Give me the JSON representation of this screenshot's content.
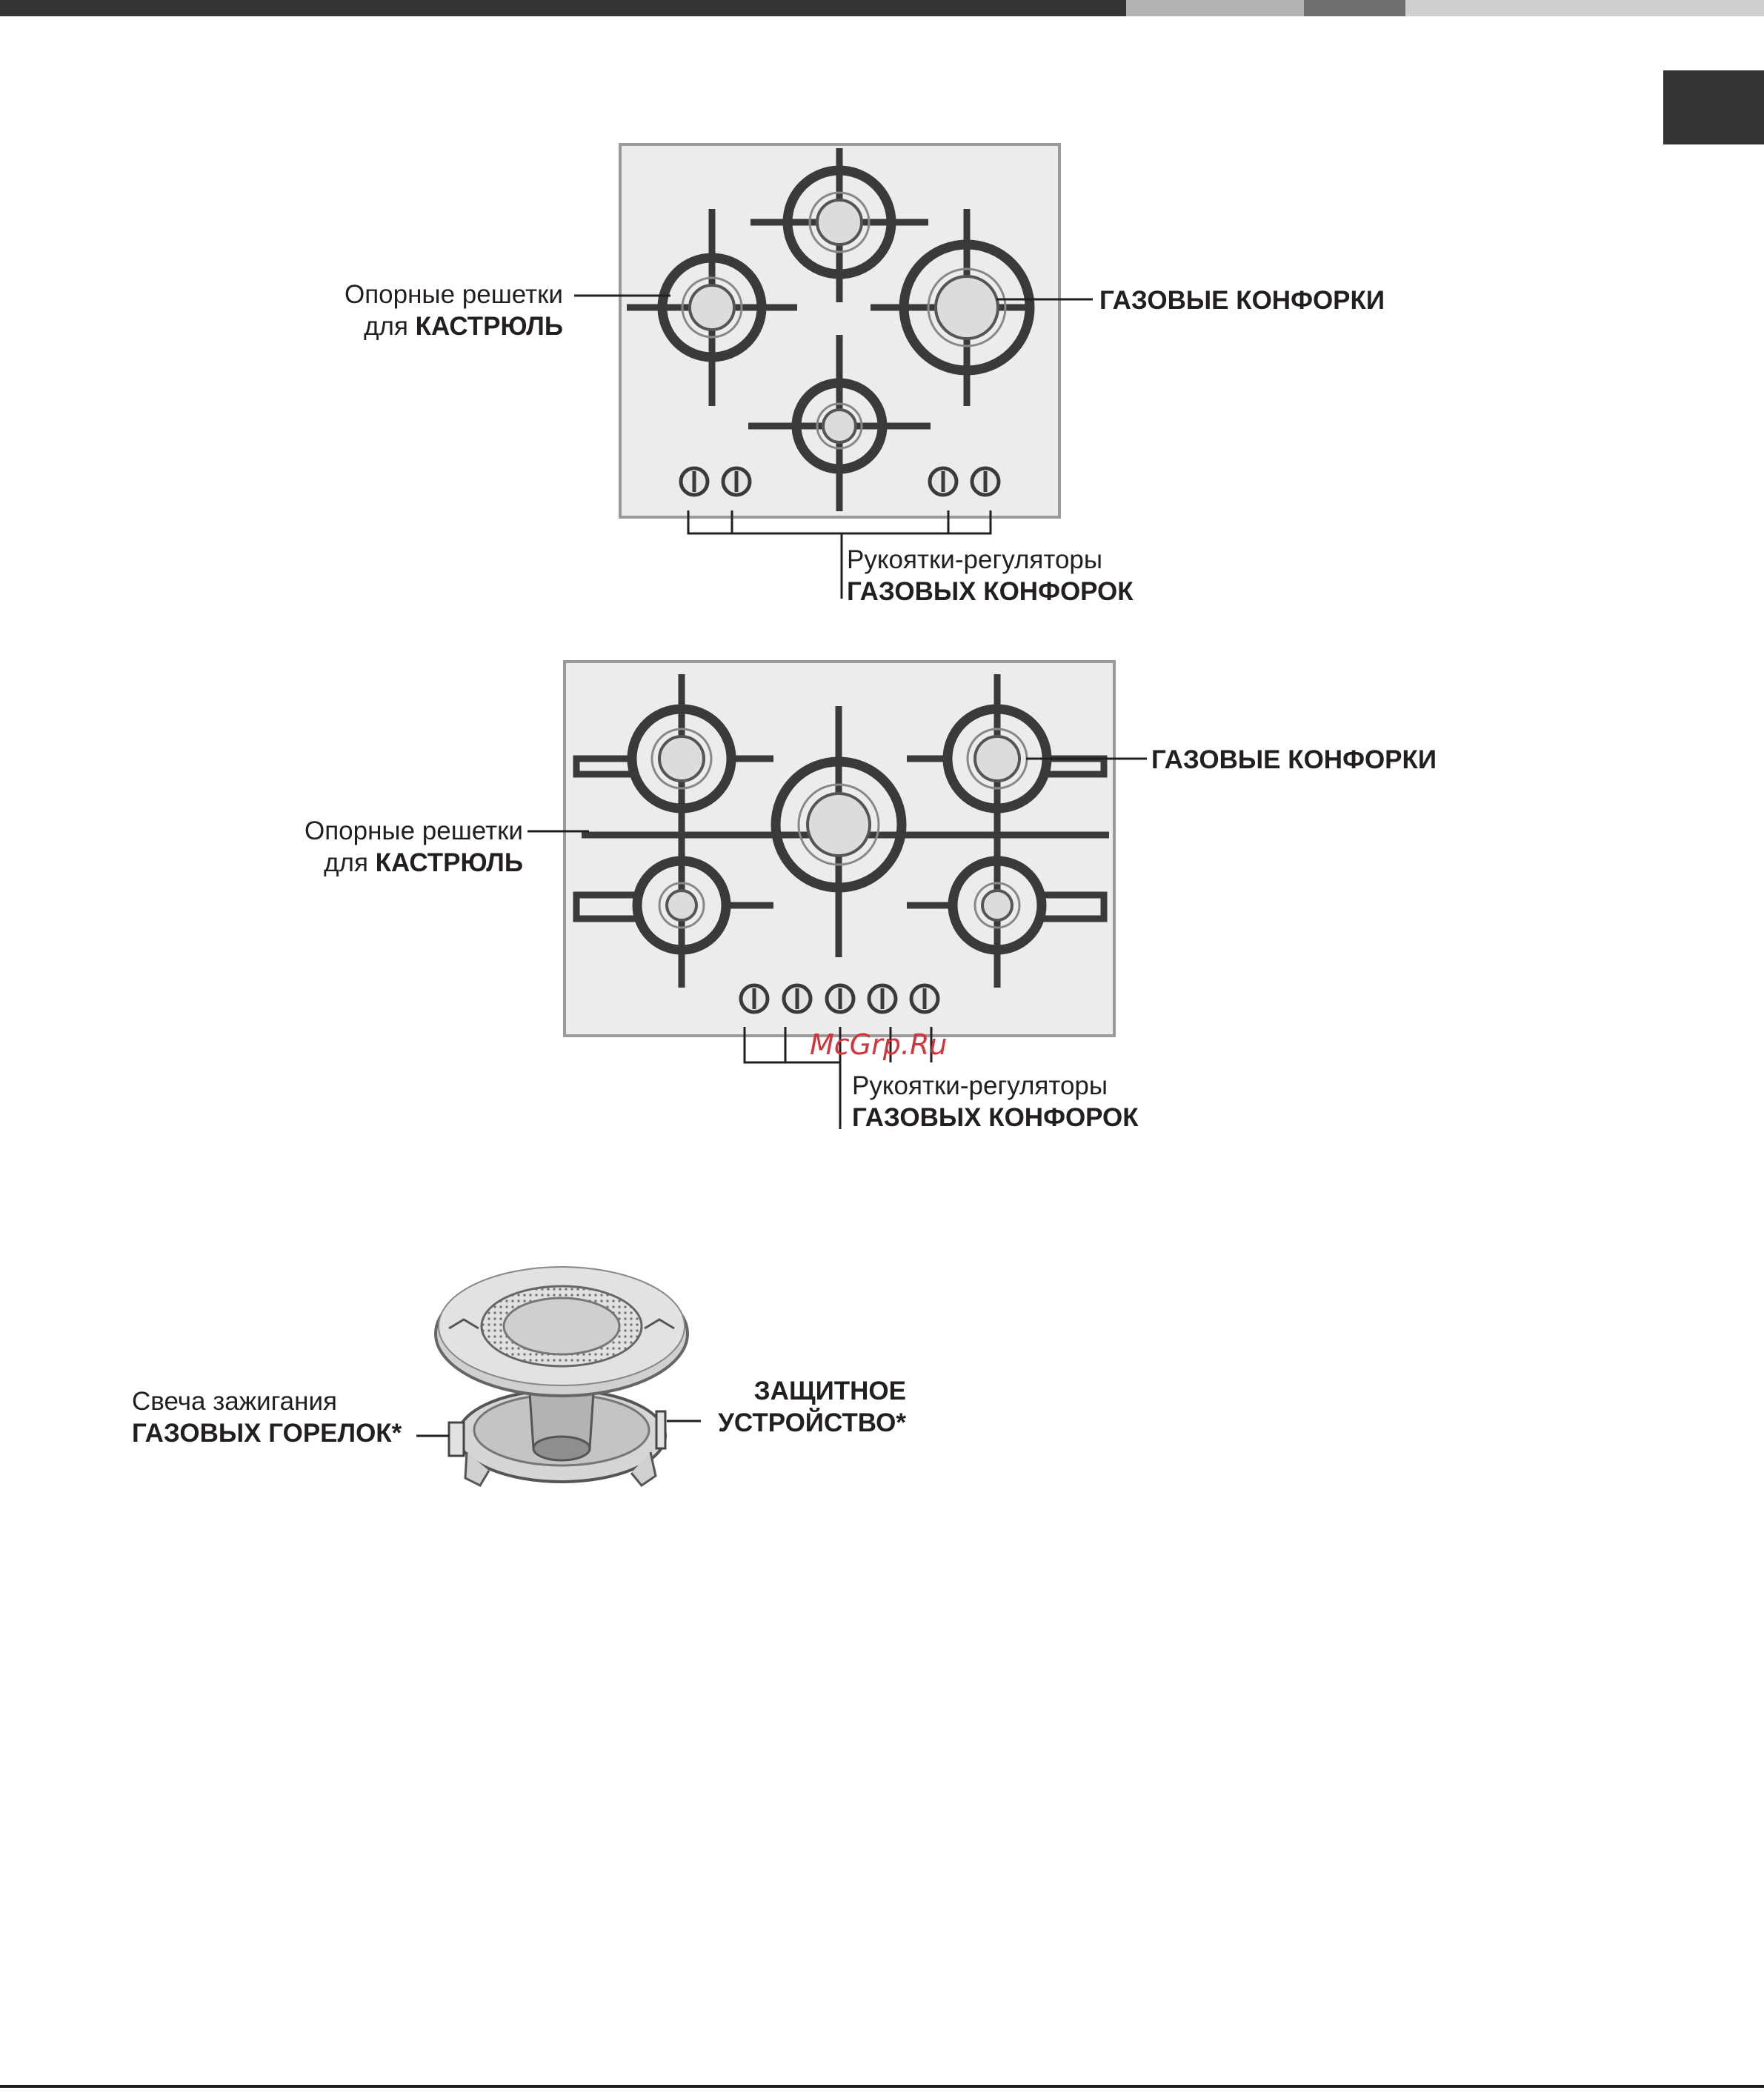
{
  "colors": {
    "bar_dark": "#333333",
    "bar_light": "#b3b3b3",
    "bar_mid": "#6e6e6e",
    "bar_pale": "#cfcfcf",
    "panel": "#ececec",
    "grate": "#3a3a3a",
    "watermark": "#d4343c"
  },
  "figure1": {
    "supports_label": {
      "line1": "Опорные решетки",
      "line2_prefix": "для ",
      "line2_bold": "КАСТРЮЛЬ"
    },
    "burners_label": "ГАЗОВЫЕ КОНФОРКИ",
    "knobs_label": {
      "line1": "Рукоятки-регуляторы",
      "line2": "ГАЗОВЫХ КОНФОРОК"
    }
  },
  "figure2": {
    "supports_label": {
      "line1": "Опорные решетки",
      "line2_prefix": "для ",
      "line2_bold": "КАСТРЮЛЬ"
    },
    "burners_label": "ГАЗОВЫЕ КОНФОРКИ",
    "knobs_label": {
      "line1": "Рукоятки-регуляторы",
      "line2": "ГАЗОВЫХ КОНФОРОК"
    }
  },
  "figure3": {
    "igniter_label": {
      "line1": "Свеча зажигания",
      "line2": "ГАЗОВЫХ ГОРЕЛОК*"
    },
    "safety_label": {
      "line1": "ЗАЩИТНОЕ",
      "line2": "УСТРОЙСТВО*"
    }
  },
  "watermark": "McGrp.Ru"
}
